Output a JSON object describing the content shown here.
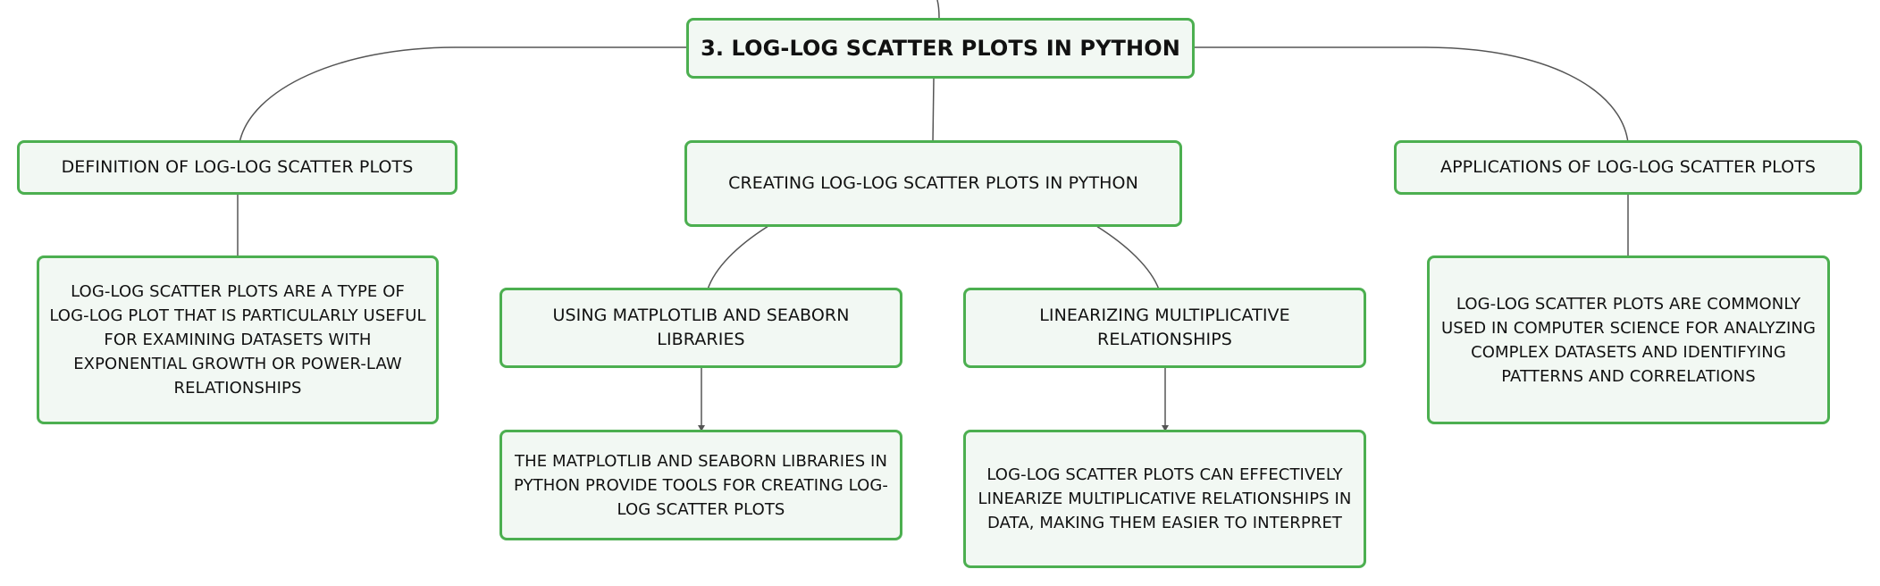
{
  "root": {
    "title": "3. LOG-LOG SCATTER PLOTS IN PYTHON"
  },
  "branches": {
    "definition": {
      "title": "DEFINITION OF LOG-LOG SCATTER PLOTS",
      "detail": "LOG-LOG SCATTER PLOTS ARE A TYPE OF LOG-LOG PLOT THAT IS PARTICULARLY USEFUL FOR EXAMINING DATASETS WITH EXPONENTIAL GROWTH OR POWER-LAW RELATIONSHIPS"
    },
    "creating": {
      "title": "CREATING LOG-LOG SCATTER PLOTS IN PYTHON",
      "libraries": {
        "title": "USING MATPLOTLIB AND SEABORN LIBRARIES",
        "detail": "THE MATPLOTLIB AND SEABORN LIBRARIES IN PYTHON PROVIDE TOOLS FOR CREATING LOG-LOG SCATTER PLOTS"
      },
      "linearizing": {
        "title": "LINEARIZING MULTIPLICATIVE RELATIONSHIPS",
        "detail": "LOG-LOG SCATTER PLOTS CAN EFFECTIVELY LINEARIZE MULTIPLICATIVE RELATIONSHIPS IN DATA, MAKING THEM EASIER TO INTERPRET"
      }
    },
    "applications": {
      "title": "APPLICATIONS OF LOG-LOG SCATTER PLOTS",
      "detail": "LOG-LOG SCATTER PLOTS ARE COMMONLY USED IN COMPUTER SCIENCE FOR ANALYZING COMPLEX DATASETS AND IDENTIFYING PATTERNS AND CORRELATIONS"
    }
  },
  "colors": {
    "node_border": "#4caf50",
    "node_fill": "#f2f8f3",
    "connector": "#555555"
  }
}
